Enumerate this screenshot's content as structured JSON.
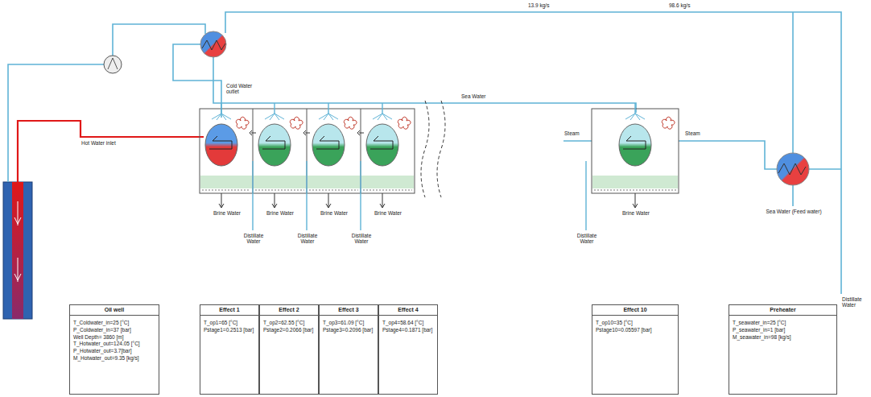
{
  "diagram": {
    "nodes": [
      {
        "text": [
          "Oil well",
          "T_Coldwater_in=25 [°C]",
          "P_Coldwater_in=37 [bar]",
          "Well Depth= 3860 [m]",
          "T_Hotwater_out=124.05 [°C]",
          "P_Hotwater_out=3.7[bar]",
          "M_Hotwater_out=9.35 [kg/s]"
        ]
      },
      {
        "text": [
          "Effect 1",
          "T_op1=65 [°C]",
          "Pstage1=0.2513 [bar]"
        ]
      },
      {
        "text": [
          "Effect 2",
          "T_op2=62.55 [°C]",
          "Pstage2=0.2066 [bar]"
        ]
      },
      {
        "text": [
          "Effect 3",
          "T_op3=61.09 [°C]",
          "Pstage3=0.2096 [bar]"
        ]
      },
      {
        "text": [
          "Effect 4",
          "T_op4=58.64 [°C]",
          "Pstage4=0.1871 [bar]"
        ]
      },
      {
        "text": [
          "Effect 10",
          "T_op10=35 [°C]",
          "Pstage10=0.05597 [bar]"
        ]
      },
      {
        "text": [
          "Preheater",
          "T_seawater_in=25 [°C]",
          "P_seawater_in=1 [bar]",
          "M_seawater_in=98 [kg/s]"
        ]
      }
    ],
    "labels": [
      "13.9 kg/s",
      "98.6 kg/s",
      "Cold Water outlet",
      "Hot Water inlet",
      "Sea Water",
      "Steam",
      "Steam",
      "Brine Water",
      "Brine Water",
      "Brine Water",
      "Brine Water",
      "Brine Water",
      "Distillate Water",
      "Distillate Water",
      "Distillate Water",
      "Distillate Water",
      "Sea Water (Feed water)",
      "Distillate Water"
    ]
  }
}
